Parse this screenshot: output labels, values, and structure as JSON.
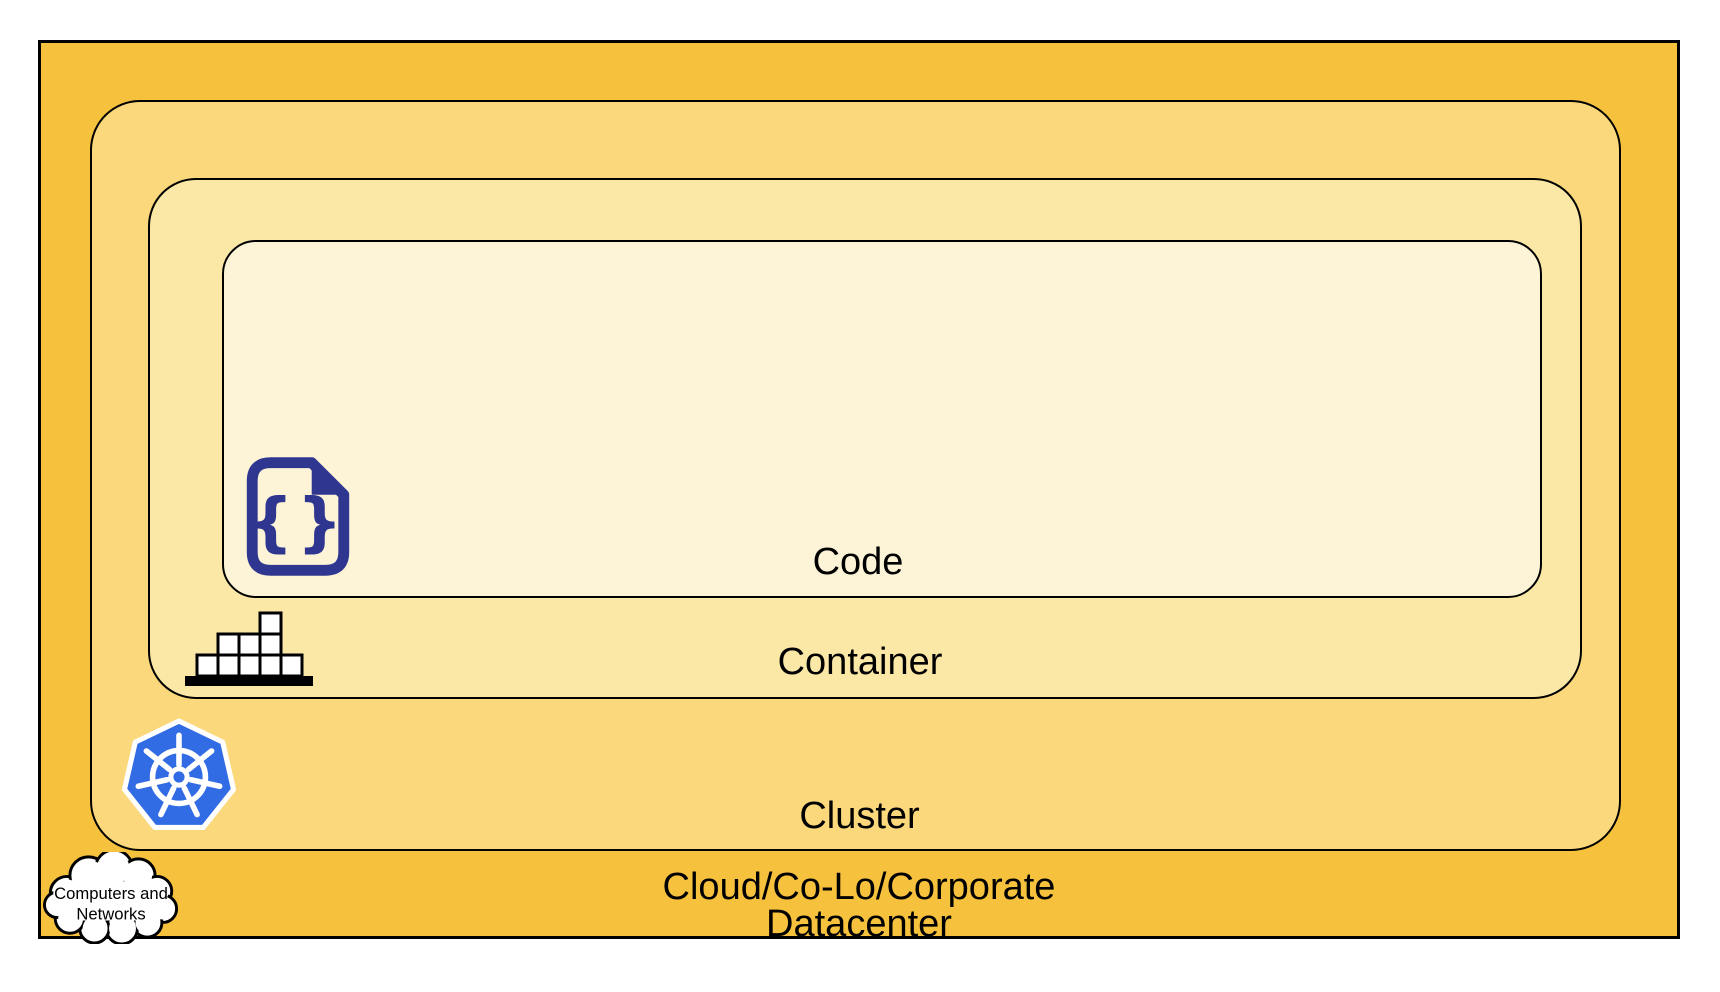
{
  "layers": {
    "code": {
      "label": "Code",
      "fill": "#FDF4D8"
    },
    "container": {
      "label": "Container",
      "fill": "#FBE8A6"
    },
    "cluster": {
      "label": "Cluster",
      "fill": "#FBD87B"
    },
    "datacenter": {
      "label_line1": "Cloud/Co-Lo/Corporate",
      "label_line2": "Datacenter",
      "fill": "#F6C13D"
    }
  },
  "cloud_callout": {
    "line1": "Computers and",
    "line2": "Networks"
  },
  "icons": {
    "code": "code-file-icon",
    "container": "container-blocks-icon",
    "cluster": "kubernetes-helm-icon",
    "datacenter": "cloud-icon",
    "code_braces_glyph": "{}"
  },
  "colors": {
    "page_background": "#FFFFFF",
    "border": "#000000",
    "label_text": "#000000",
    "code_icon_navy": "#2E3690",
    "kubernetes_blue": "#326CE5",
    "block_fill": "#FFFFFF",
    "cloud_fill": "#FFFFFF"
  }
}
